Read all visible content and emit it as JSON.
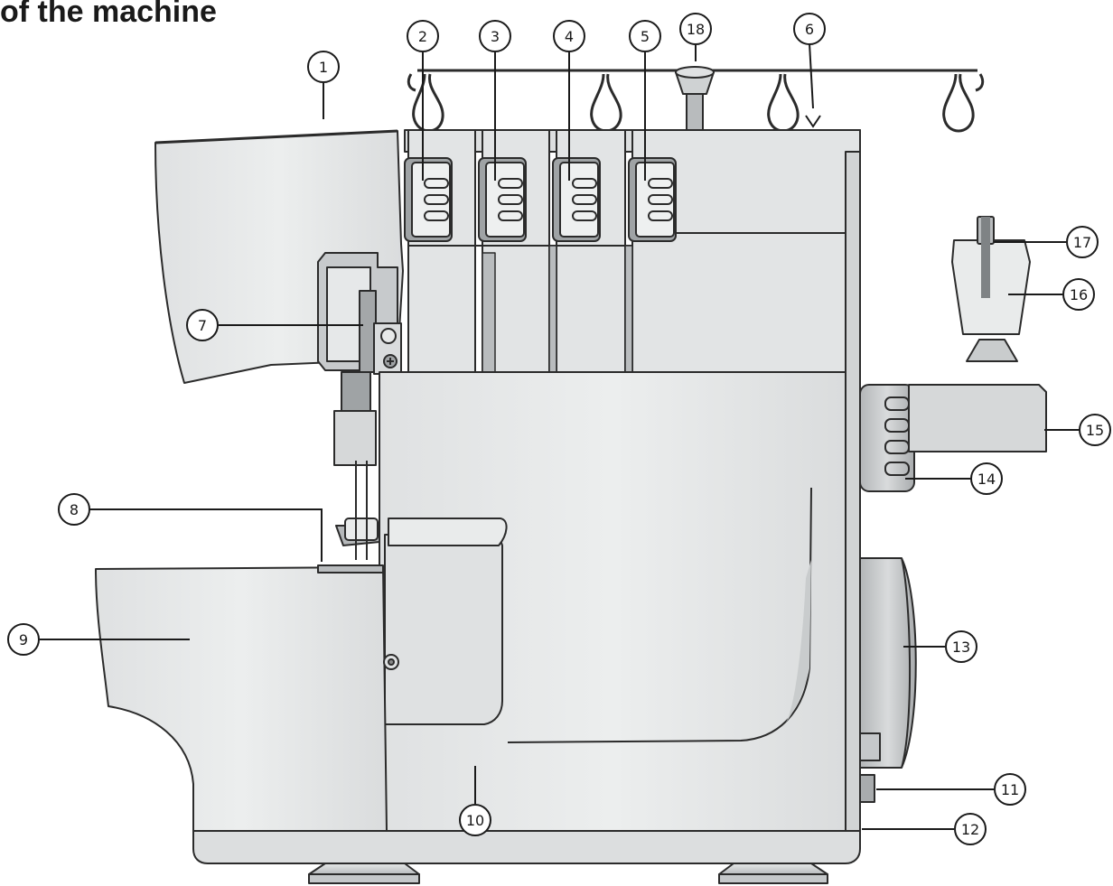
{
  "title": "of the machine",
  "callouts": [
    {
      "id": "1",
      "label": "1"
    },
    {
      "id": "2",
      "label": "2"
    },
    {
      "id": "3",
      "label": "3"
    },
    {
      "id": "4",
      "label": "4"
    },
    {
      "id": "5",
      "label": "5"
    },
    {
      "id": "6",
      "label": "6"
    },
    {
      "id": "7",
      "label": "7"
    },
    {
      "id": "8",
      "label": "8"
    },
    {
      "id": "9",
      "label": "9"
    },
    {
      "id": "10",
      "label": "10"
    },
    {
      "id": "11",
      "label": "11"
    },
    {
      "id": "12",
      "label": "12"
    },
    {
      "id": "13",
      "label": "13"
    },
    {
      "id": "14",
      "label": "14"
    },
    {
      "id": "15",
      "label": "15"
    },
    {
      "id": "16",
      "label": "16"
    },
    {
      "id": "17",
      "label": "17"
    },
    {
      "id": "18",
      "label": "18"
    }
  ],
  "colors": {
    "body_light": "#e9ebeb",
    "body_mid": "#d6d8d9",
    "body_dark": "#a9acae",
    "outline": "#2b2b2b",
    "text": "#1a1a1a"
  }
}
